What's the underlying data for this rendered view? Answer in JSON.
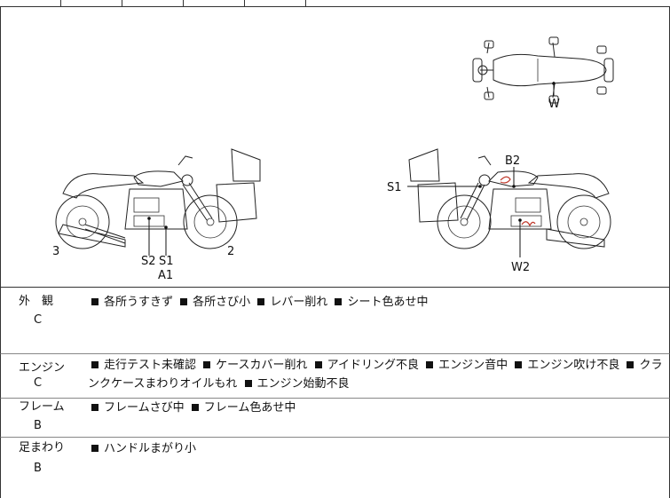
{
  "diagram": {
    "labels": {
      "w": "W",
      "b2": "B2",
      "s1_right": "S1",
      "w2": "W2",
      "num3": "3",
      "num2": "2",
      "s2": "S2",
      "s1_left": "S1",
      "a1": "A1"
    },
    "damage_mark_color": "#c0392b"
  },
  "sections": [
    {
      "name": "外　観",
      "grade": "C",
      "items": [
        "各所うすきず",
        "各所さび小",
        "レバー削れ",
        "シート色あせ中"
      ]
    },
    {
      "name": "エンジン",
      "grade": "C",
      "items": [
        "走行テスト未確認",
        "ケースカバー削れ",
        "アイドリング不良",
        "エンジン音中",
        "エンジン吹け不良",
        "クランクケースまわりオイルもれ",
        "エンジン始動不良"
      ]
    },
    {
      "name": "フレーム",
      "grade": "B",
      "items": [
        "フレームさび中",
        "フレーム色あせ中"
      ]
    },
    {
      "name": "足まわり",
      "grade": "B",
      "items": [
        "ハンドルまがり小"
      ]
    }
  ]
}
